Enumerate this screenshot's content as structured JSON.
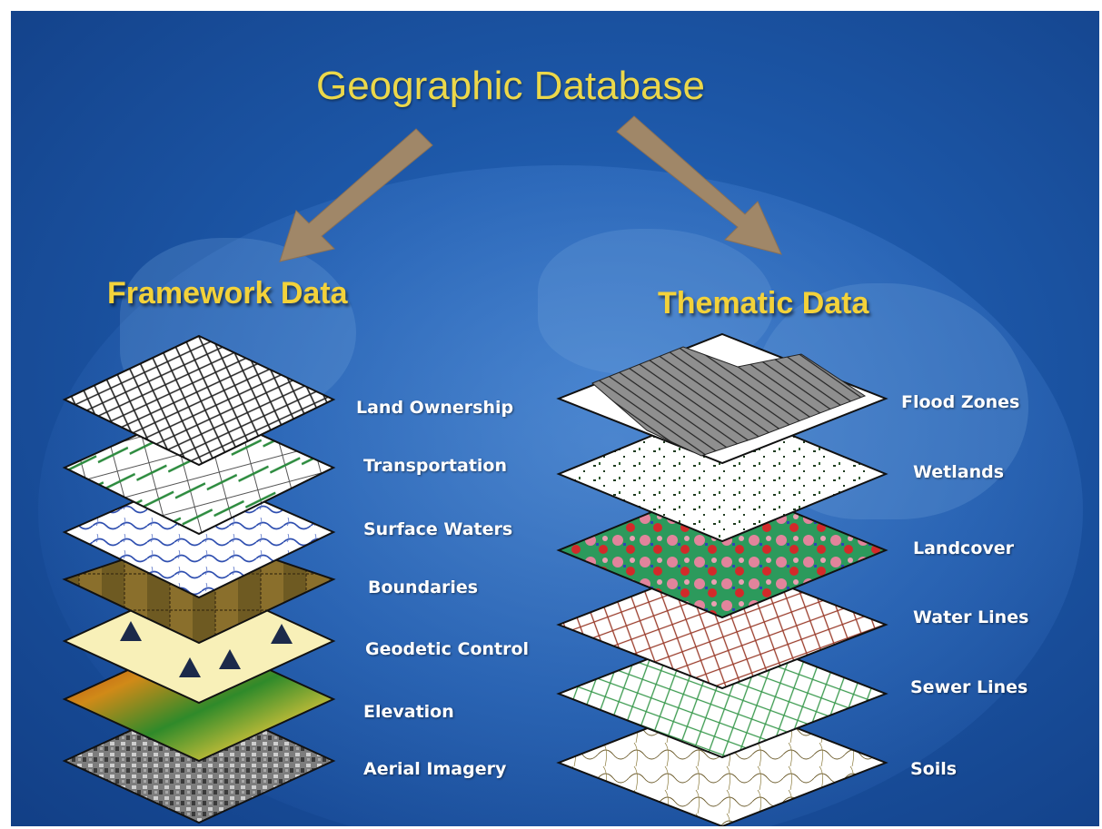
{
  "title": "Geographic Database",
  "framework": {
    "heading": "Framework Data",
    "layers": [
      "Land Ownership",
      "Transportation",
      "Surface Waters",
      "Boundaries",
      "Geodetic Control",
      "Elevation",
      "Aerial Imagery"
    ]
  },
  "thematic": {
    "heading": "Thematic Data",
    "layers": [
      "Flood Zones",
      "Wetlands",
      "Landcover",
      "Water Lines",
      "Sewer Lines",
      "Soils"
    ]
  },
  "colors": {
    "background": "#1c56a6",
    "title_text": "#ecd84a",
    "heading_text": "#f3d23a",
    "arrow": "#a08768"
  }
}
